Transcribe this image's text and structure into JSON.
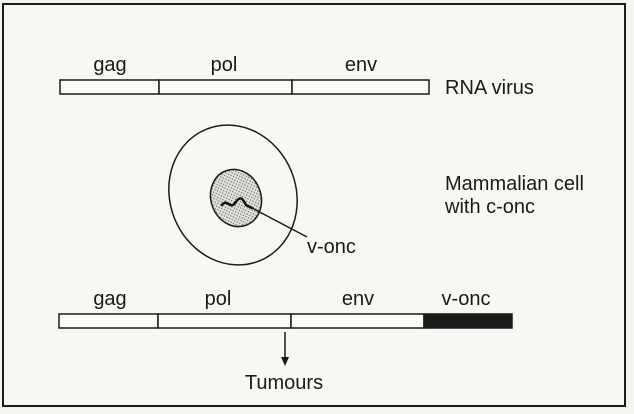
{
  "top_genome": {
    "segments": [
      "gag",
      "pol",
      "env"
    ],
    "caption": "RNA virus"
  },
  "cell": {
    "caption_line1": "Mammalian cell",
    "caption_line2": "with c-onc",
    "insert_label": "v-onc"
  },
  "bottom_genome": {
    "segments": [
      "gag",
      "pol",
      "env",
      "v-onc"
    ],
    "outcome": "Tumours"
  },
  "colors": {
    "line": "#1a1a1a",
    "onc_fill": "#1a1a1a",
    "nucleus_fill": "#d6d6d0"
  }
}
